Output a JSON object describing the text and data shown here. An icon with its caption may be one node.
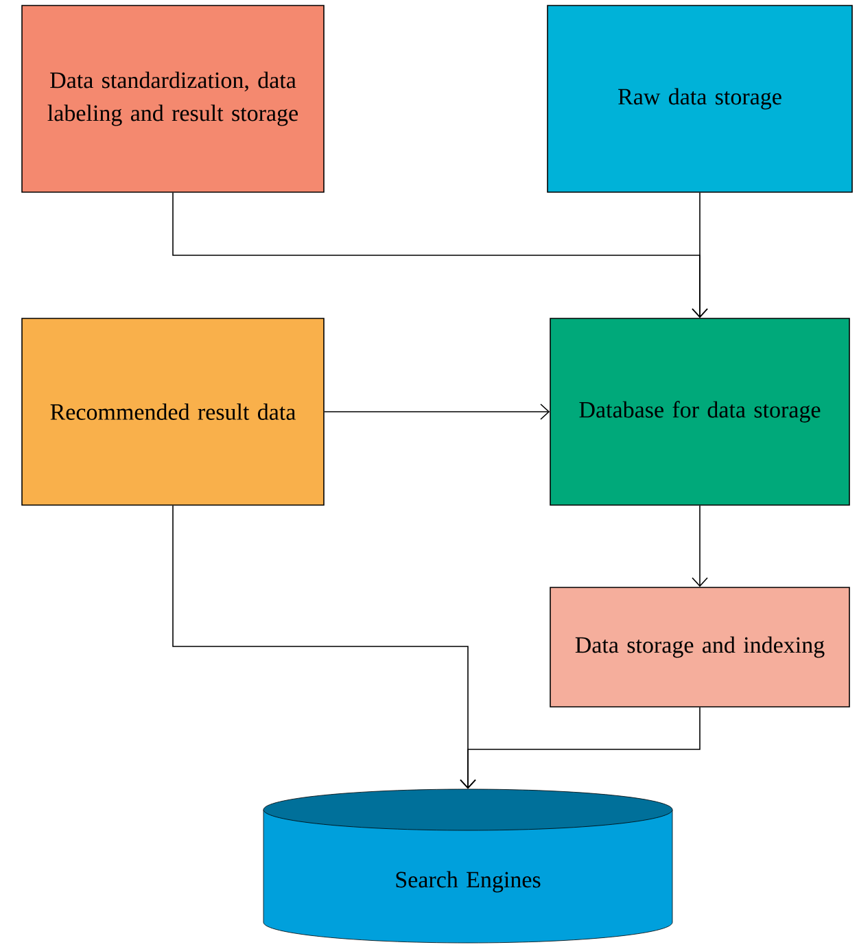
{
  "diagram": {
    "nodes": [
      {
        "text": [
          "Data standardization, data labeling and result storage"
        ]
      },
      {
        "text": [
          "Raw data storage"
        ]
      },
      {
        "text": [
          "Recommended result data"
        ]
      },
      {
        "text": [
          "Database for data storage"
        ]
      },
      {
        "text": [
          "Data storage and indexing"
        ]
      },
      {
        "text": [
          "Search Engines"
        ]
      }
    ],
    "edges": [
      {
        "from": 0,
        "to": 3,
        "arrow": "to"
      },
      {
        "from": 1,
        "to": 3,
        "arrow": "to"
      },
      {
        "from": 2,
        "to": 3,
        "arrow": "to"
      },
      {
        "from": 3,
        "to": 4,
        "arrow": "to"
      },
      {
        "from": 2,
        "to": 5,
        "arrow": "to"
      },
      {
        "from": 4,
        "to": 5,
        "arrow": "to"
      }
    ]
  }
}
